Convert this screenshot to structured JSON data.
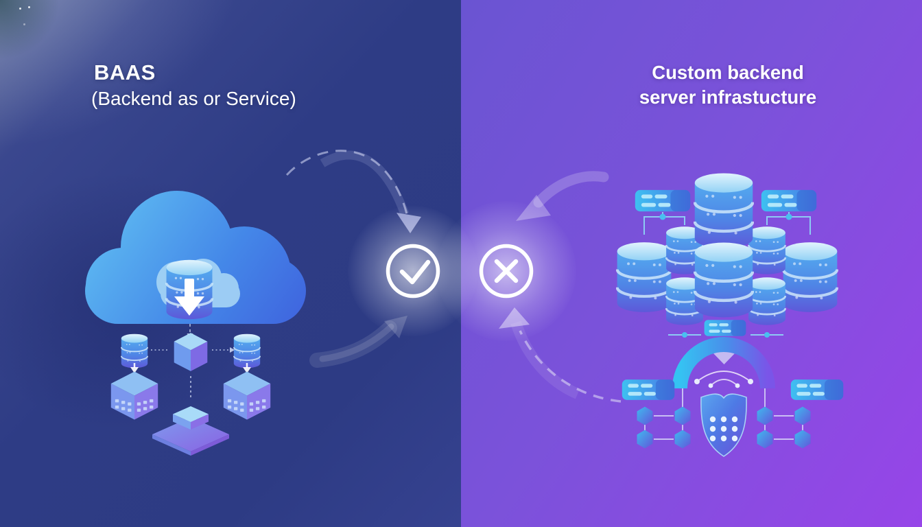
{
  "left_panel": {
    "title": "BAAS",
    "subtitle": "(Backend as or Service)",
    "verdict_icon": "check-circle-icon",
    "illustration": "cloud-database-flow"
  },
  "right_panel": {
    "title_line1": "Custom backend",
    "title_line2": "server infrastucture",
    "verdict_icon": "x-circle-icon",
    "illustration_top": "server-cluster",
    "illustration_bottom": "security-shield-gateway"
  },
  "arrows": {
    "top_center": "dashed-curved-arrow-to-check",
    "bottom_left": "swoosh-arrow-up-to-check",
    "top_right": "swoosh-arrow-down-to-x",
    "bottom_right": "dashed-curved-arrow-to-x"
  },
  "colors": {
    "left_bg": "#2e3c85",
    "left_bg_light": "#64719f",
    "right_bg_start": "#6a54d2",
    "right_bg_end": "#9745e8",
    "accent_cyan": "#45c4f1",
    "accent_blue": "#4a8bea",
    "accent_purple": "#7458dd",
    "icon_white": "#ffffff"
  }
}
